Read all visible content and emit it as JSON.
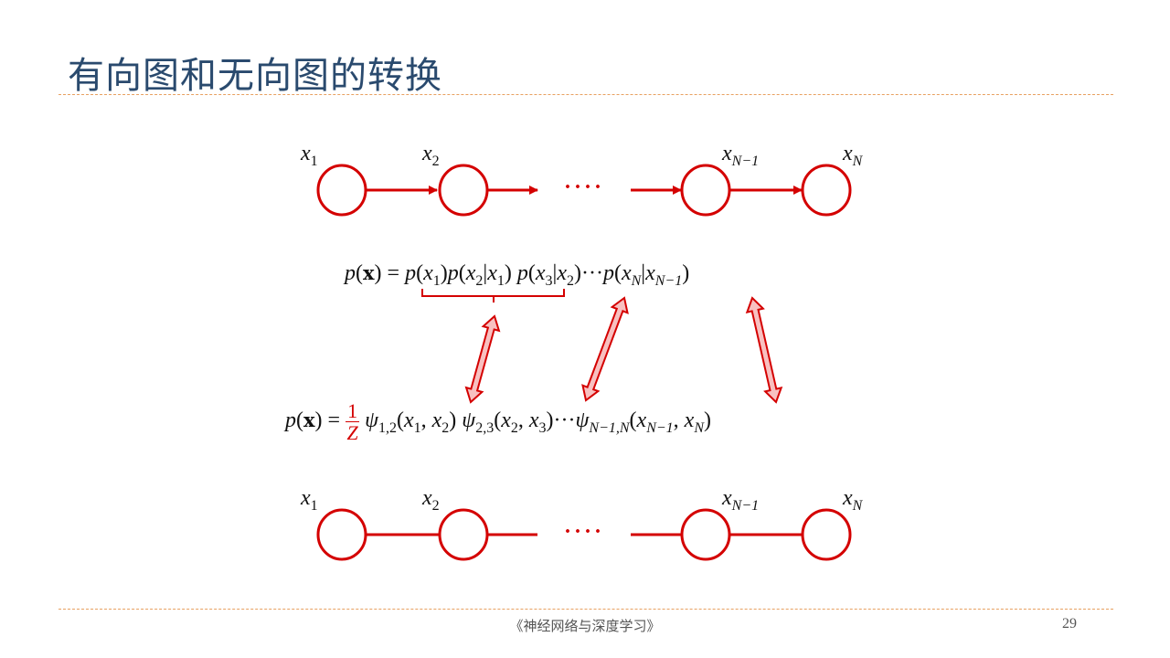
{
  "title": "有向图和无向图的转换",
  "footer": "《神经网络与深度学习》",
  "page_number": "29",
  "colors": {
    "node": "#d40000",
    "arrow_fill": "#f8c0c0",
    "title": "#2a4a6e",
    "rule": "#e8a060"
  },
  "directed_chain": {
    "labels": [
      {
        "base": "x",
        "sub": "1"
      },
      {
        "base": "x",
        "sub": "2"
      },
      {
        "base": "x",
        "sub": "N−1"
      },
      {
        "base": "x",
        "sub": "N"
      }
    ],
    "ellipsis": "····"
  },
  "undirected_chain": {
    "labels": [
      {
        "base": "x",
        "sub": "1"
      },
      {
        "base": "x",
        "sub": "2"
      },
      {
        "base": "x",
        "sub": "N−1"
      },
      {
        "base": "x",
        "sub": "N"
      }
    ],
    "ellipsis": "····"
  },
  "equation_directed": [
    {
      "t": "p",
      "k": "i"
    },
    {
      "t": "(",
      "k": "n"
    },
    {
      "t": "x",
      "k": "b"
    },
    {
      "t": ") = ",
      "k": "n"
    },
    {
      "t": "p",
      "k": "i"
    },
    {
      "t": "(",
      "k": "n"
    },
    {
      "t": "x",
      "k": "i"
    },
    {
      "t": "1",
      "k": "s"
    },
    {
      "t": ")",
      "k": "n"
    },
    {
      "t": "p",
      "k": "i"
    },
    {
      "t": "(",
      "k": "n"
    },
    {
      "t": "x",
      "k": "i"
    },
    {
      "t": "2",
      "k": "s"
    },
    {
      "t": "|",
      "k": "n"
    },
    {
      "t": "x",
      "k": "i"
    },
    {
      "t": "1",
      "k": "s"
    },
    {
      "t": ") ",
      "k": "n"
    },
    {
      "t": "p",
      "k": "i"
    },
    {
      "t": "(",
      "k": "n"
    },
    {
      "t": "x",
      "k": "i"
    },
    {
      "t": "3",
      "k": "s"
    },
    {
      "t": "|",
      "k": "n"
    },
    {
      "t": "x",
      "k": "i"
    },
    {
      "t": "2",
      "k": "s"
    },
    {
      "t": ")",
      "k": "n"
    },
    {
      "t": "···",
      "k": "n"
    },
    {
      "t": "p",
      "k": "i"
    },
    {
      "t": "(",
      "k": "n"
    },
    {
      "t": "x",
      "k": "i"
    },
    {
      "t": "N",
      "k": "si"
    },
    {
      "t": "|",
      "k": "n"
    },
    {
      "t": "x",
      "k": "i"
    },
    {
      "t": "N−1",
      "k": "si"
    },
    {
      "t": ")",
      "k": "n"
    }
  ],
  "equation_undirected": [
    {
      "t": "p",
      "k": "i"
    },
    {
      "t": "(",
      "k": "n"
    },
    {
      "t": "x",
      "k": "b"
    },
    {
      "t": ") =",
      "k": "n"
    },
    {
      "t": "1",
      "d": "Z",
      "k": "frac"
    },
    {
      "t": "ψ",
      "k": "i"
    },
    {
      "t": "1,2",
      "k": "s"
    },
    {
      "t": "(",
      "k": "n"
    },
    {
      "t": "x",
      "k": "i"
    },
    {
      "t": "1",
      "k": "s"
    },
    {
      "t": ", ",
      "k": "n"
    },
    {
      "t": "x",
      "k": "i"
    },
    {
      "t": "2",
      "k": "s"
    },
    {
      "t": ") ",
      "k": "n"
    },
    {
      "t": "ψ",
      "k": "i"
    },
    {
      "t": "2,3",
      "k": "s"
    },
    {
      "t": "(",
      "k": "n"
    },
    {
      "t": "x",
      "k": "i"
    },
    {
      "t": "2",
      "k": "s"
    },
    {
      "t": ", ",
      "k": "n"
    },
    {
      "t": "x",
      "k": "i"
    },
    {
      "t": "3",
      "k": "s"
    },
    {
      "t": ")",
      "k": "n"
    },
    {
      "t": "···",
      "k": "n"
    },
    {
      "t": "ψ",
      "k": "i"
    },
    {
      "t": "N−1,N",
      "k": "si"
    },
    {
      "t": "(",
      "k": "n"
    },
    {
      "t": "x",
      "k": "i"
    },
    {
      "t": "N−1",
      "k": "si"
    },
    {
      "t": ", ",
      "k": "n"
    },
    {
      "t": "x",
      "k": "i"
    },
    {
      "t": "N",
      "k": "si"
    },
    {
      "t": ")",
      "k": "n"
    }
  ]
}
